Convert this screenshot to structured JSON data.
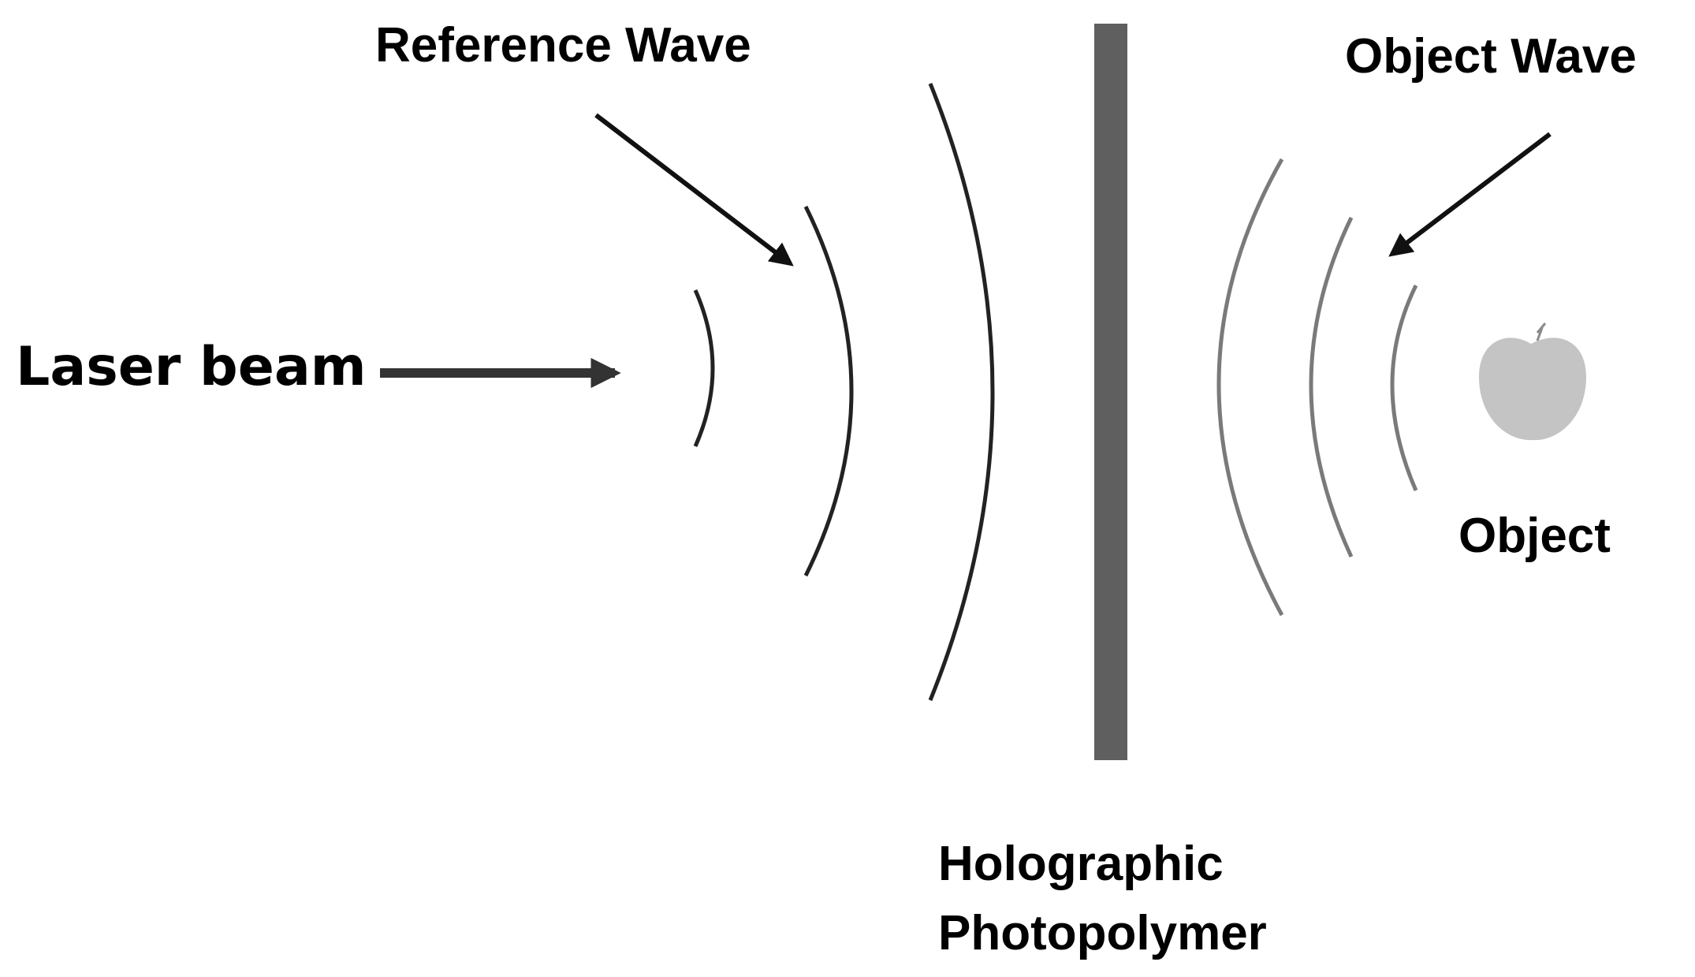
{
  "labels": {
    "laser_beam": "Laser beam",
    "reference_wave": "Reference Wave",
    "object_wave": "Object Wave",
    "object": "Object",
    "photopolymer_line1": "Holographic",
    "photopolymer_line2": "Photopolymer"
  },
  "colors": {
    "text": "#000000",
    "reference_waves": "#222222",
    "object_waves": "#7a7a7a",
    "photopolymer_plate": "#5f5f5f",
    "object_fill": "#c4c4c4",
    "arrow": "#111111",
    "laser_arrow": "#333333"
  }
}
